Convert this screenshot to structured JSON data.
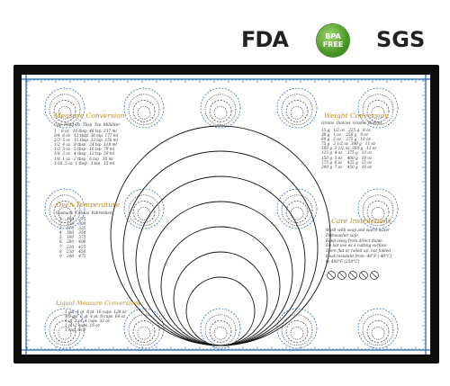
{
  "certifications": {
    "fda": "FDA",
    "bpa_line1": "BPA",
    "bpa_line2": "FREE",
    "sgs": "SGS"
  },
  "mat": {
    "border_color": "#0e0e0e",
    "accent_blue": "#1e63b6",
    "title_gold": "#b68f2a",
    "icon_names": [
      "ruler-scale",
      "measurement-circles",
      "care-icons"
    ]
  },
  "measure_conversion": {
    "title": "Measure Conversion",
    "header": "Cup  Fluid Oz  Tbsp  Tsp  Milliliter",
    "rows": "1    8 oz   16 tbsp  48 tsp  237 ml\n3/4  6 oz   12 tbsp  36 tsp  177 ml\n2/3  5 oz   11 tbsp  32 tsp  158 ml\n1/2  4 oz   8 tbsp   24 tsp  118 ml\n1/3  3 oz   5 tbsp   16 tsp  79 ml\n1/4  2 oz   4 tbsp   12 tsp  59 ml\n1/8  1 oz   2 tbsp   6 tsp   30 ml\n1/16 .5 oz  1 tbsp   3 tsp   15 ml"
  },
  "oven_temperature": {
    "title": "Oven Temperature",
    "header": "Gasmark  Celsius  Fahrenheit",
    "rows": "1    140    275\n2    150    300\n3    170    325\n4    180    350\n5    190    375\n6    200    400\n7    220    425\n8    230    450\n9    240    475"
  },
  "liquid_conversion": {
    "title": "Liquid Measure Conversions",
    "rows": "1 gal  4 qt  8 pt  16 cups  128 oz\n1/2 gal  2 qt  4 pt  8 cups  64 oz\n1 qt  2 pt  4 cups  32 oz\n1 pt  2 cups  16 oz\n1 cup  8 oz"
  },
  "weight_conversion": {
    "title": "Weight Conversion",
    "header": "Grams  Ounces  Grams  Ounces",
    "rows": "15 g   1/2 oz   225 g   8 oz\n30 g   1 oz    250 g   9 oz\n60 g   2 oz    275 g   10 oz\n75 g   2 1/2 oz  300 g   11 oz\n100 g  3 1/2 oz  350 g   12 oz\n125 g  4 oz    375 g   13 oz\n150 g  5 oz    400 g   14 oz\n175 g  6 oz    425 g   15 oz\n200 g  7 oz    450 g   16 oz"
  },
  "care_instructions": {
    "title": "Care Instructions",
    "items": [
      "Wash with soap and warm water",
      "Dishwasher safe",
      "Keep away from direct flame",
      "Do not use as a cutting surface",
      "Store flat or rolled up, not folded",
      "Heat resistant from -40°F (-40°C)",
      "to 480°F (250°C)"
    ]
  }
}
